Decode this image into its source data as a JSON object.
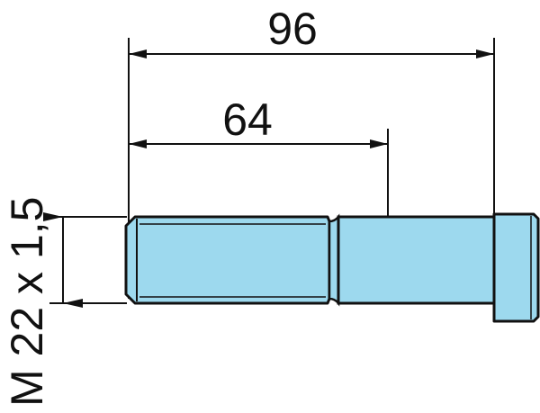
{
  "dimensions": {
    "overall_length": "96",
    "thread_length": "64",
    "thread_spec": "M 22 x 1,5"
  },
  "colors": {
    "part_fill": "#9dd9ee",
    "line": "#111111",
    "background": "#ffffff"
  }
}
